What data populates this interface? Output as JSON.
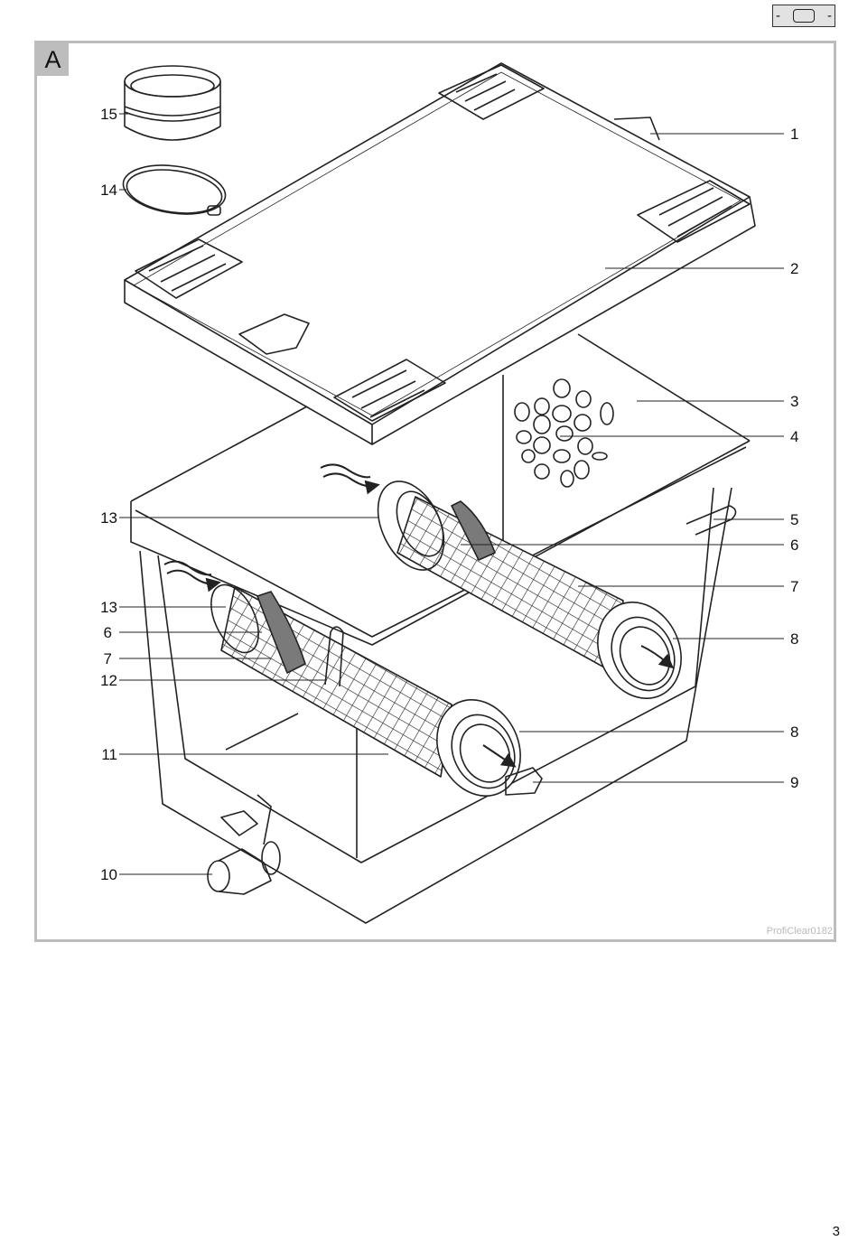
{
  "corner_badge": {
    "left_mark": "-",
    "right_mark": "-",
    "icon": "rounded-rectangle-icon"
  },
  "figure": {
    "letter": "A",
    "watermark": "ProfiClear0182",
    "callouts_right": [
      "1",
      "2",
      "3",
      "4",
      "5",
      "6",
      "7",
      "8",
      "8",
      "9"
    ],
    "callouts_left": [
      "15",
      "14",
      "13",
      "13",
      "6",
      "7",
      "12",
      "11",
      "10"
    ]
  },
  "page_number": "3"
}
